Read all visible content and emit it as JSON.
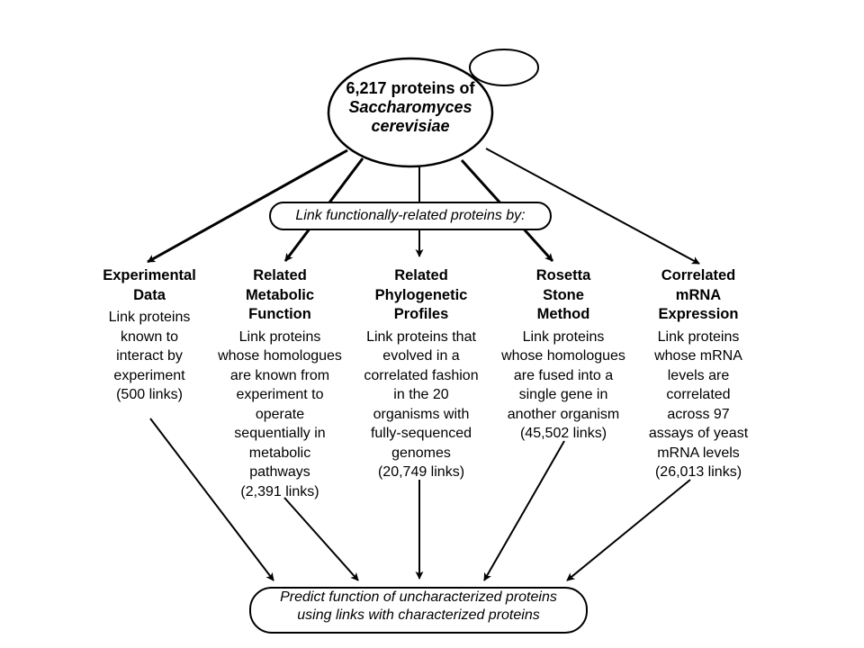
{
  "source": {
    "line1": "6,217 proteins of",
    "line2": "Saccharomyces",
    "line3": "cerevisiae"
  },
  "method_box": "Link functionally-related proteins by:",
  "methods": [
    {
      "title": [
        "Experimental",
        "Data"
      ],
      "description": [
        "Link proteins",
        "known to",
        "interact by",
        "experiment",
        "(500 links)"
      ]
    },
    {
      "title": [
        "Related",
        "Metabolic",
        "Function"
      ],
      "description": [
        "Link proteins",
        "whose homologues",
        "are known from",
        "experiment to",
        "operate",
        "sequentially in",
        "metabolic",
        "pathways",
        "(2,391 links)"
      ]
    },
    {
      "title": [
        "Related",
        "Phylogenetic",
        "Profiles"
      ],
      "description": [
        "Link proteins that",
        "evolved in a",
        "correlated fashion",
        "in the 20",
        "organisms with",
        "fully-sequenced",
        "genomes",
        "(20,749 links)"
      ]
    },
    {
      "title": [
        "Rosetta",
        "Stone",
        "Method"
      ],
      "description": [
        "Link proteins",
        "whose homologues",
        "are fused into a",
        "single gene in",
        "another organism",
        "(45,502 links)"
      ]
    },
    {
      "title": [
        "Correlated",
        "mRNA",
        "Expression"
      ],
      "description": [
        "Link proteins",
        "whose mRNA",
        "levels are",
        "correlated",
        "across 97",
        "assays of yeast",
        "mRNA levels",
        "(26,013 links)"
      ]
    }
  ],
  "result": {
    "line1": "Predict function of uncharacterized proteins",
    "line2": "using links with characterized proteins"
  }
}
